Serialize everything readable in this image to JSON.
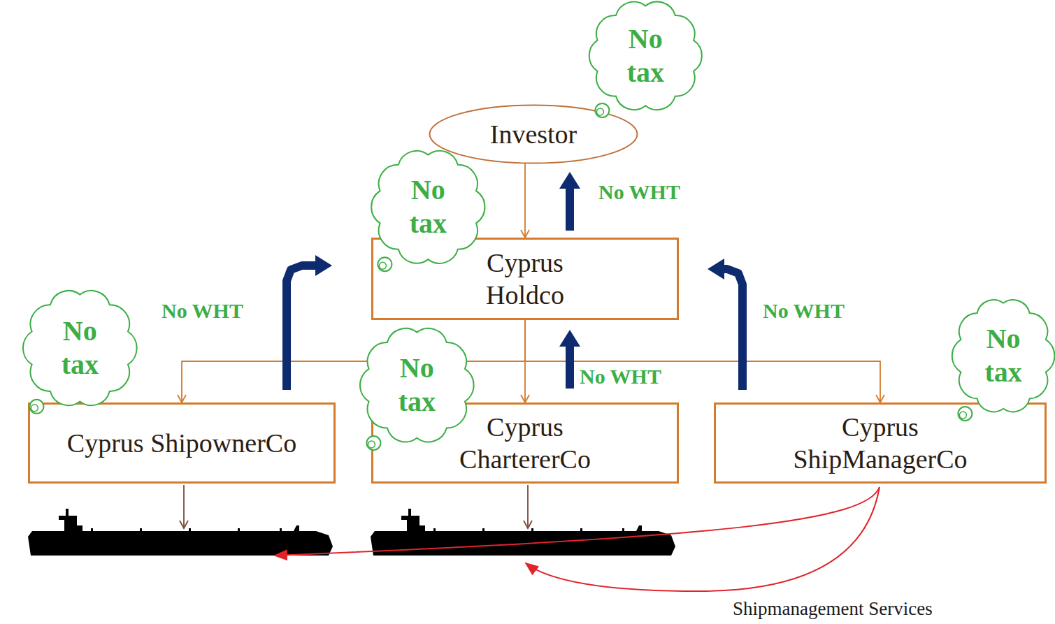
{
  "diagram": {
    "nodes": [
      {
        "text": [
          "No tax"
        ]
      },
      {
        "text": [
          "Investor"
        ]
      },
      {
        "text": [
          "No tax"
        ]
      },
      {
        "text": [
          "Cyprus Holdco"
        ]
      },
      {
        "text": [
          "No tax"
        ]
      },
      {
        "text": [
          "No tax"
        ]
      },
      {
        "text": [
          "No tax"
        ]
      },
      {
        "text": [
          "Cyprus ShipownerCo"
        ]
      },
      {
        "text": [
          "Cyprus ChartererCo"
        ]
      },
      {
        "text": [
          "Cyprus ShipManagerCo"
        ]
      }
    ],
    "edges": [
      {
        "from": 1,
        "to": 3,
        "arrow": "to"
      },
      {
        "from": 3,
        "to": 7,
        "arrow": "to"
      },
      {
        "from": 3,
        "to": 8,
        "arrow": "to"
      },
      {
        "from": 3,
        "to": 9,
        "arrow": "to"
      },
      {
        "from": 7,
        "to": 3,
        "label": "No WHT",
        "arrow": "to"
      },
      {
        "from": 8,
        "to": 3,
        "label": "No WHT",
        "arrow": "to"
      },
      {
        "from": 9,
        "to": 3,
        "label": "No WHT",
        "arrow": "to"
      },
      {
        "from": 3,
        "to": 1,
        "label": "No WHT",
        "arrow": "to"
      }
    ],
    "labels": [
      "Shipmanagement Services"
    ]
  }
}
